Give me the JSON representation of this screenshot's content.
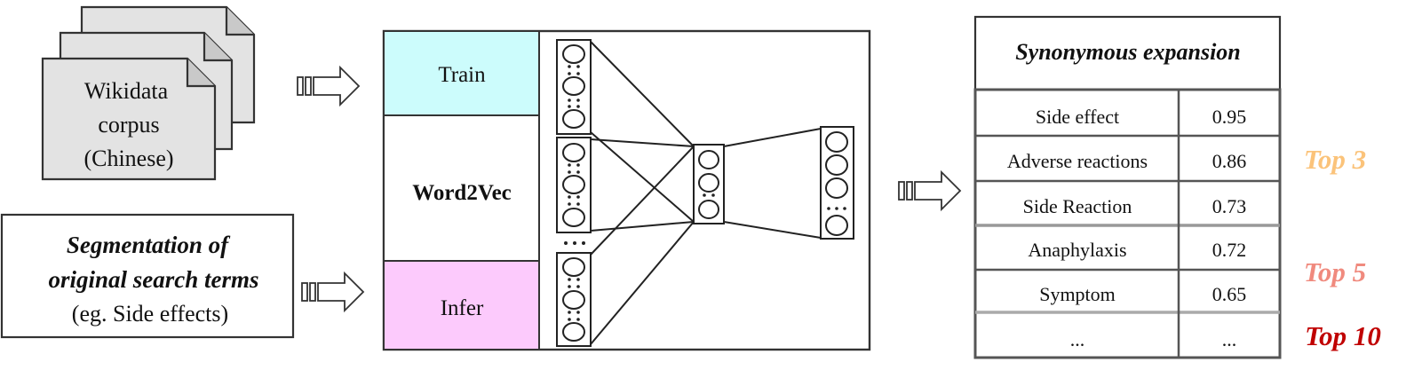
{
  "corpus": {
    "lines": [
      "Wikidata",
      "corpus",
      "(Chinese)"
    ]
  },
  "segmentation": {
    "line1": "Segmentation of",
    "line2": "original search terms",
    "line3": "(eg. Side effects)"
  },
  "model": {
    "train_label": "Train",
    "model_name": "Word2Vec",
    "infer_label": "Infer",
    "colors": {
      "train": "#ccfcfc",
      "infer": "#fccafc"
    }
  },
  "results": {
    "title": "Synonymous expansion",
    "rows": [
      {
        "term": "Side effect",
        "score": "0.95"
      },
      {
        "term": "Adverse reactions",
        "score": "0.86"
      },
      {
        "term": "Side Reaction",
        "score": "0.73"
      },
      {
        "term": "Anaphylaxis",
        "score": "0.72"
      },
      {
        "term": "Symptom",
        "score": "0.65"
      },
      {
        "term": "...",
        "score": "..."
      }
    ]
  },
  "tiers": [
    {
      "label": "Top 3",
      "color": "#fbc37a"
    },
    {
      "label": "Top 5",
      "color": "#f08a7e"
    },
    {
      "label": "Top 10",
      "color": "#c00000"
    }
  ]
}
